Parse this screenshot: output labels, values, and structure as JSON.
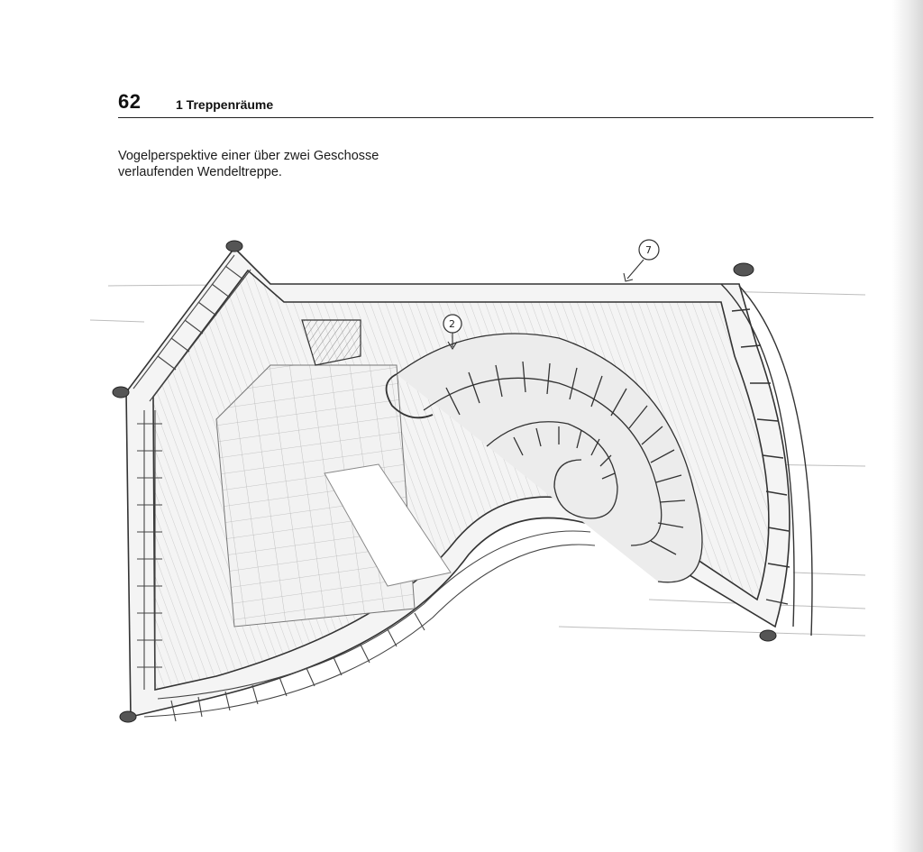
{
  "header": {
    "page_number": "62",
    "chapter_title": "1 Treppenräume"
  },
  "caption": {
    "line1": "Vogelperspektive einer über zwei Geschosse",
    "line2": "verlaufenden Wendeltreppe."
  },
  "figure": {
    "callouts": [
      {
        "label": "2"
      },
      {
        "label": "7"
      }
    ]
  }
}
